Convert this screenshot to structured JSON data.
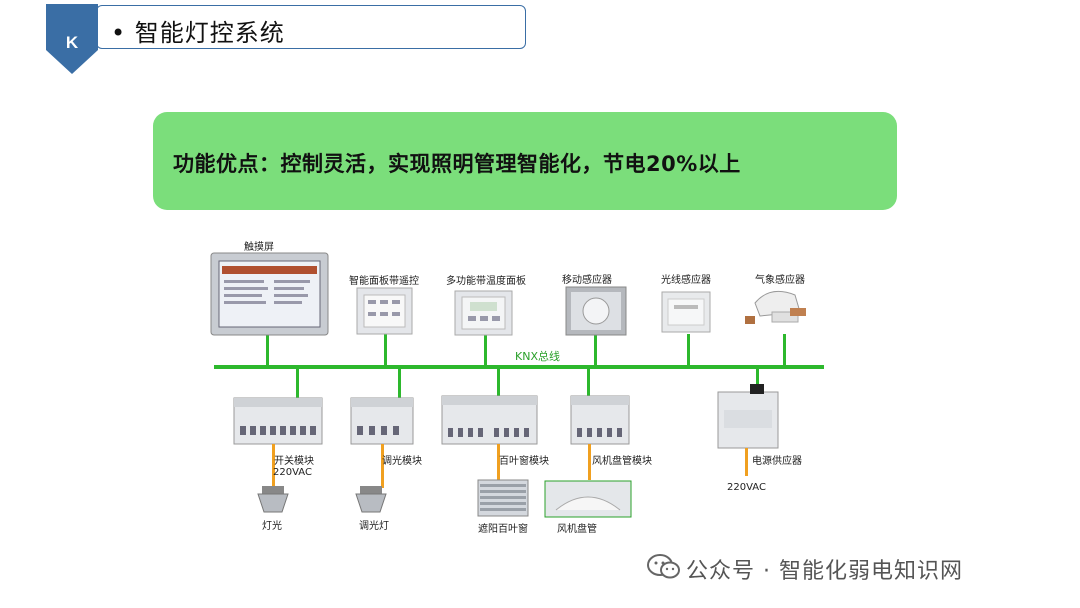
{
  "header": {
    "badge": "K",
    "title": "• 智能灯控系统"
  },
  "banner": {
    "text": "功能优点：控制灵活，实现照明管理智能化，节电20%以上"
  },
  "diagram": {
    "bus_label": "KNX总线",
    "top_devices": [
      "触摸屏",
      "智能面板带遥控",
      "多功能带温度面板",
      "移动感应器",
      "光线感应器",
      "气象感应器"
    ],
    "bottom_modules": [
      "开关模块",
      "调光模块",
      "百叶窗模块",
      "风机盘管模块",
      "电源供应器"
    ],
    "voltage_left": "220VAC",
    "voltage_right": "220VAC",
    "loads": [
      "灯光",
      "调光灯",
      "遮阳百叶窗",
      "风机盘管"
    ],
    "colors": {
      "bus": "#2db82d",
      "feed": "#f0a020",
      "banner": "#7bde7b"
    }
  },
  "watermark": {
    "icon": "wechat-icon",
    "text": "公众号 · 智能化弱电知识网"
  }
}
